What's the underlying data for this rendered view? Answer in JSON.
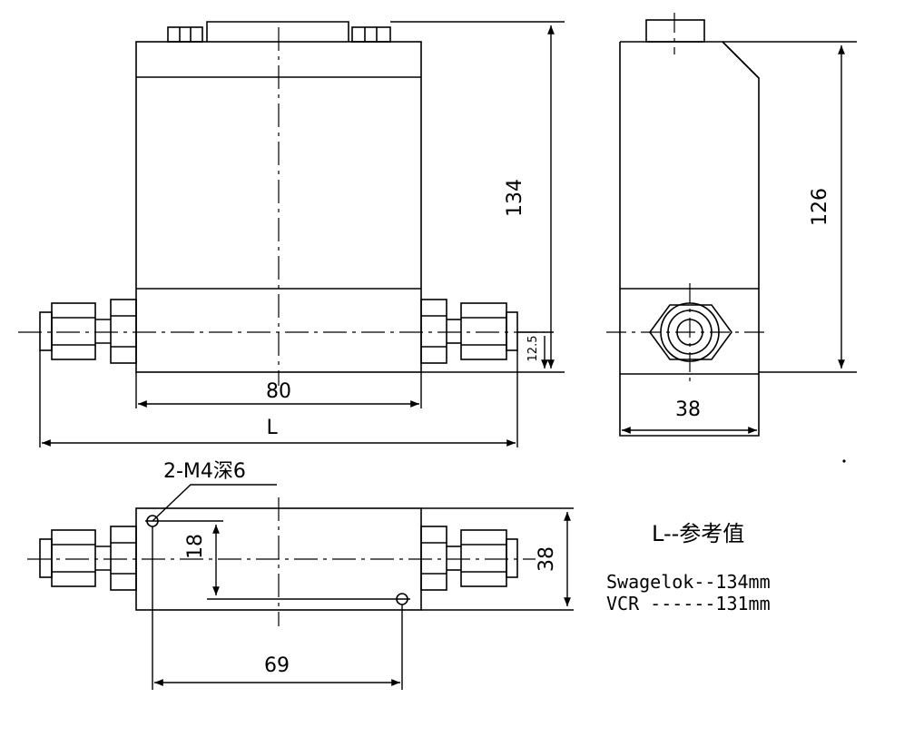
{
  "dimensions": {
    "front_height": "134",
    "fitting_offset": "12.5",
    "body_width": "80",
    "total_length": "L",
    "side_height": "126",
    "side_width": "38",
    "bottom_width": "38",
    "hole_spacing_vertical": "18",
    "hole_spacing_horizontal": "69"
  },
  "callouts": {
    "mount_holes": "2-M4深6"
  },
  "notes": {
    "title": "L--参考值",
    "swagelok": "Swagelok--134mm",
    "vcr": "VCR ------131mm"
  },
  "colors": {
    "ink": "#000000",
    "paper": "#ffffff"
  }
}
